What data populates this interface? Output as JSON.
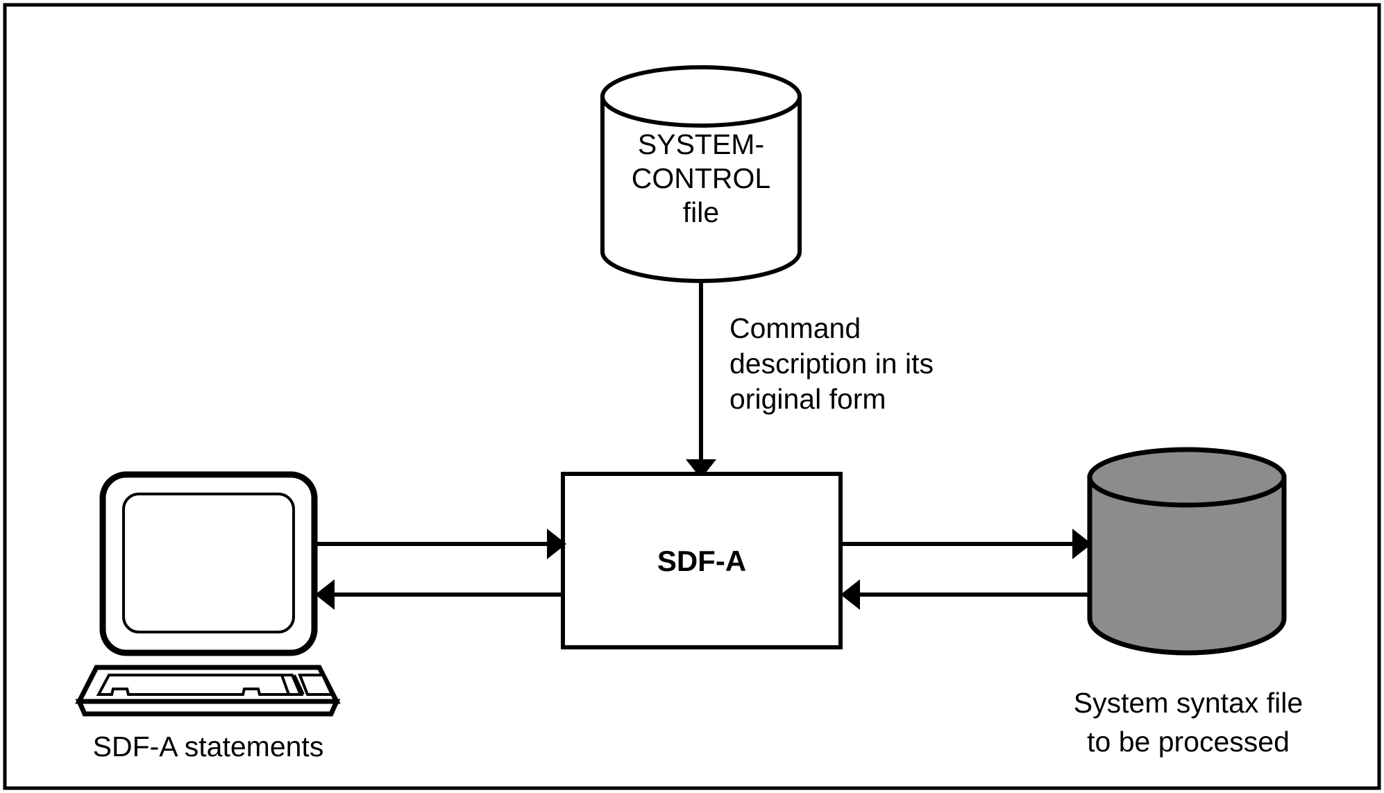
{
  "figure": {
    "type": "data-flow-diagram",
    "background_color": "#ffffff",
    "border_color": "#000000",
    "line_color": "#000000"
  },
  "nodes": {
    "system_control_file": {
      "shape": "cylinder",
      "fill": "#ffffff",
      "lines": [
        "SYSTEM-",
        "CONTROL",
        "file"
      ],
      "line1": "SYSTEM-",
      "line2": "CONTROL",
      "line3": "file"
    },
    "sdf_a_process": {
      "shape": "rectangle",
      "fill": "#ffffff",
      "label": "SDF-A"
    },
    "terminal": {
      "shape": "terminal",
      "fill": "#ffffff",
      "caption": "SDF-A statements"
    },
    "system_syntax_file": {
      "shape": "cylinder",
      "fill": "#8c8c8c",
      "caption_line1": "System syntax file",
      "caption_line2": "to be processed"
    }
  },
  "edges": {
    "control_to_sdfa": {
      "direction": "down",
      "label_line1": "Command",
      "label_line2": "description in its",
      "label_line3": "original form"
    },
    "terminal_to_sdfa": {
      "direction": "right",
      "label": ""
    },
    "sdfa_to_terminal": {
      "direction": "left",
      "label": ""
    },
    "sdfa_to_syntaxfile": {
      "direction": "right",
      "label": ""
    },
    "syntaxfile_to_sdfa": {
      "direction": "left",
      "label": ""
    }
  }
}
